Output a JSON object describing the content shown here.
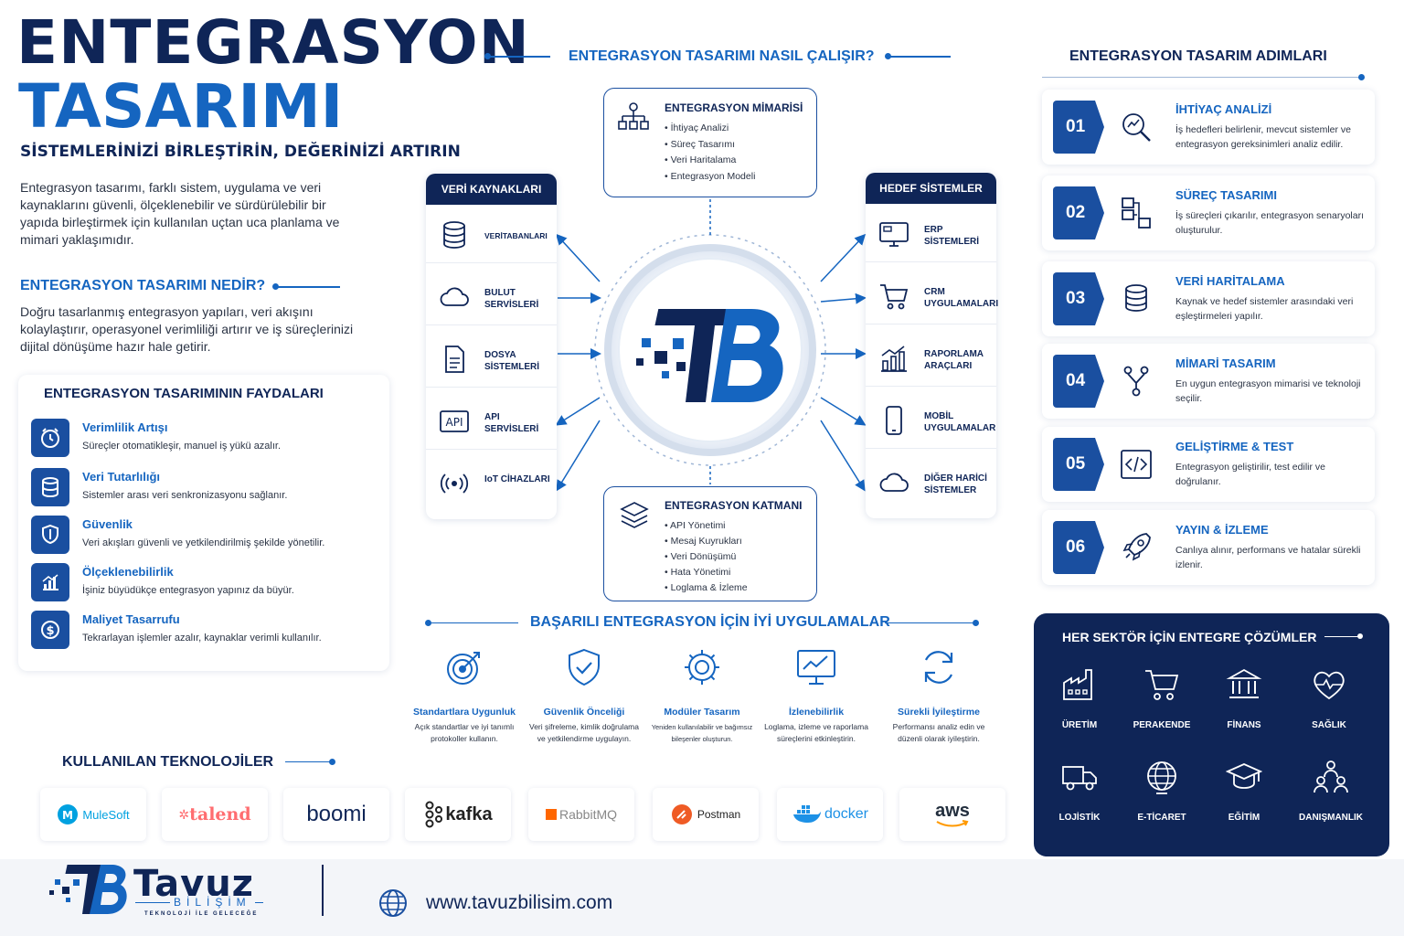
{
  "header": {
    "title_line1": "ENTEGRASYON",
    "title_line2": "TASARIMI",
    "subtitle": "SİSTEMLERİNİZİ BİRLEŞTİRİN, DEĞERİNİZİ ARTIRIN",
    "intro": "Entegrasyon tasarımı, farklı sistem, uygulama ve veri kaynaklarını güvenli, ölçeklenebilir ve sürdürülebilir bir yapıda birleştirmek için kullanılan uçtan uca planlama ve mimari yaklaşımıdır."
  },
  "what": {
    "title": "ENTEGRASYON TASARIMI NEDİR?",
    "text": "Doğru tasarlanmış entegrasyon yapıları, veri akışını kolaylaştırır, operasyonel verimliliği artırır ve iş süreçlerinizi dijital dönüşüme hazır hale getirir."
  },
  "benefits": {
    "title": "ENTEGRASYON TASARIMININ FAYDALARI",
    "items": [
      {
        "title": "Verimlilik Artışı",
        "desc": "Süreçler otomatikleşir, manuel iş yükü azalır.",
        "icon": "clock-icon"
      },
      {
        "title": "Veri Tutarlılığı",
        "desc": "Sistemler arası veri senkronizasyonu sağlanır.",
        "icon": "database-icon"
      },
      {
        "title": "Güvenlik",
        "desc": "Veri akışları güvenli ve yetkilendirilmiş şekilde yönetilir.",
        "icon": "shield-icon"
      },
      {
        "title": "Ölçeklenebilirlik",
        "desc": "İşiniz büyüdükçe entegrasyon yapınız da büyür.",
        "icon": "bar-chart-icon"
      },
      {
        "title": "Maliyet Tasarrufu",
        "desc": "Tekrarlayan işlemler azalır, kaynaklar verimli kullanılır.",
        "icon": "dollar-icon"
      }
    ]
  },
  "how": {
    "title": "ENTEGRASYON TASARIMI NASIL ÇALIŞIR?",
    "architecture": {
      "title": "ENTEGRASYON MİMARİSİ",
      "items": [
        "İhtiyaç Analizi",
        "Süreç Tasarımı",
        "Veri Haritalama",
        "Entegrasyon Modeli"
      ]
    },
    "layer": {
      "title": "ENTEGRASYON KATMANI",
      "items": [
        "API Yönetimi",
        "Mesaj Kuyrukları",
        "Veri Dönüşümü",
        "Hata Yönetimi",
        "Loglama & İzleme"
      ]
    },
    "sources": {
      "title": "VERİ KAYNAKLARI",
      "items": [
        "VERİTABANLARI",
        "BULUT SERVİSLERİ",
        "DOSYA SİSTEMLERİ",
        "API SERVİSLERİ",
        "IoT CİHAZLARI"
      ]
    },
    "targets": {
      "title": "HEDEF SİSTEMLER",
      "items": [
        "ERP SİSTEMLERİ",
        "CRM UYGULAMALARI",
        "RAPORLAMA ARAÇLARI",
        "MOBİL UYGULAMALAR",
        "DİĞER HARİCİ SİSTEMLER"
      ]
    }
  },
  "steps": {
    "title": "ENTEGRASYON TASARIM ADIMLARI",
    "items": [
      {
        "num": "01",
        "title": "İHTİYAÇ ANALİZİ",
        "desc": "İş hedefleri belirlenir, mevcut sistemler ve entegrasyon gereksinimleri analiz edilir.",
        "icon": "magnifier-chart-icon"
      },
      {
        "num": "02",
        "title": "SÜREÇ TASARIMI",
        "desc": "İş süreçleri çıkarılır, entegrasyon senaryoları oluşturulur.",
        "icon": "flow-icon"
      },
      {
        "num": "03",
        "title": "VERİ HARİTALAMA",
        "desc": "Kaynak ve hedef sistemler arasındaki veri eşleştirmeleri yapılır.",
        "icon": "database-icon"
      },
      {
        "num": "04",
        "title": "MİMARİ TASARIM",
        "desc": "En uygun entegrasyon mimarisi ve teknoloji seçilir.",
        "icon": "fork-icon"
      },
      {
        "num": "05",
        "title": "GELİŞTİRME & TEST",
        "desc": "Entegrasyon geliştirilir, test edilir ve doğrulanır.",
        "icon": "code-icon"
      },
      {
        "num": "06",
        "title": "YAYIN & İZLEME",
        "desc": "Canlıya alınır, performans ve hatalar sürekli izlenir.",
        "icon": "rocket-icon"
      }
    ]
  },
  "best_practices": {
    "title": "BAŞARILI ENTEGRASYON İÇİN İYİ UYGULAMALAR",
    "items": [
      {
        "title": "Standartlara Uygunluk",
        "desc": "Açık standartlar ve iyi tanımlı protokoller kullanın.",
        "icon": "target-icon"
      },
      {
        "title": "Güvenlik Önceliği",
        "desc": "Veri şifreleme, kimlik doğrulama ve yetkilendirme uygulayın.",
        "icon": "shield-check-icon"
      },
      {
        "title": "Modüler Tasarım",
        "desc": "Yeniden kullanılabilir ve bağımsız bileşenler oluşturun.",
        "icon": "gear-icon"
      },
      {
        "title": "İzlenebilirlik",
        "desc": "Loglama, izleme ve raporlama süreçlerini etkinleştirin.",
        "icon": "monitor-chart-icon"
      },
      {
        "title": "Sürekli İyileştirme",
        "desc": "Performansı analiz edin ve düzenli olarak iyileştirin.",
        "icon": "refresh-icon"
      }
    ]
  },
  "technologies": {
    "title": "KULLANILAN TEKNOLOJİLER",
    "items": [
      "MuleSoft",
      "talend",
      "boomi",
      "kafka",
      "RabbitMQ",
      "Postman",
      "docker",
      "aws"
    ]
  },
  "sectors": {
    "title": "HER SEKTÖR İÇİN ENTEGRE ÇÖZÜMLER",
    "items": [
      "ÜRETİM",
      "PERAKENDE",
      "FİNANS",
      "SAĞLIK",
      "LOJİSTİK",
      "E-TİCARET",
      "EĞİTİM",
      "DANIŞMANLIK"
    ]
  },
  "footer": {
    "brand": "Tavuz",
    "brand_sub": "BİLİŞİM",
    "tagline": "TEKNOLOJİ İLE GELECEĞE",
    "url": "www.tavuzbilisim.com"
  },
  "colors": {
    "navy": "#0f2557",
    "blue": "#1565c0"
  }
}
